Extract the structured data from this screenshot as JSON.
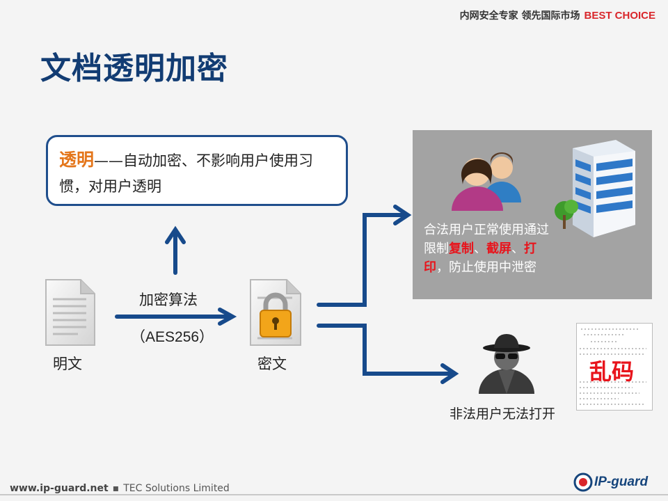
{
  "header": {
    "tagline": "内网安全专家  领先国际市场",
    "best": "BEST CHOICE"
  },
  "title": "文档透明加密",
  "transparent_box": {
    "keyword": "透明",
    "text": "——自动加密、不影响用户使用习惯，对用户透明"
  },
  "flow": {
    "plain_label": "明文",
    "algo_label": "加密算法",
    "aes_label": "（AES256）",
    "cipher_label": "密文"
  },
  "legal_panel": {
    "t1": "合法用户正常使用通过限制",
    "r1": "复制",
    "t2": "、",
    "r2": "截屏",
    "t3": "、",
    "r3": "打印",
    "t4": "，防止使用中泄密"
  },
  "illegal": {
    "label": "非法用户无法打开",
    "garble": "乱码"
  },
  "footer": {
    "url": "www.ip-guard.net",
    "company": "TEC Solutions Limited",
    "logo": "IP-guard"
  },
  "colors": {
    "title": "#123c73",
    "arrow": "#174a8b",
    "keyword": "#e4761b",
    "red": "#e8141c",
    "panel": "#a3a3a3"
  },
  "icons": [
    "document-icon",
    "lock-document-icon",
    "users-icon",
    "building-icon",
    "spy-icon",
    "garbled-document-icon"
  ]
}
